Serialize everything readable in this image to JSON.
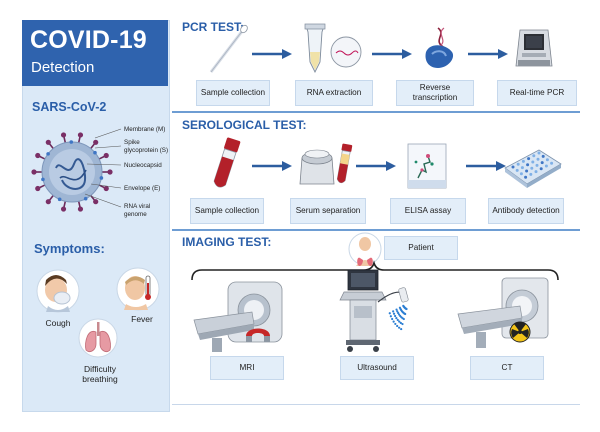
{
  "header": {
    "title": "COVID-19",
    "subtitle": "Detection"
  },
  "virus": {
    "title": "SARS-CoV-2",
    "labels": [
      "Membrane (M)",
      "Spike glycoprotein (S)",
      "Nucleocapsid",
      "Envelope (E)",
      "RNA viral genome"
    ]
  },
  "symptoms": {
    "title": "Symptoms:",
    "items": [
      "Cough",
      "Fever",
      "Difficulty breathing"
    ]
  },
  "pcr": {
    "title": "PCR TEST:",
    "steps": [
      "Sample collection",
      "RNA extraction",
      "Reverse transcription",
      "Real-time PCR"
    ]
  },
  "serological": {
    "title": "SEROLOGICAL TEST:",
    "steps": [
      "Sample collection",
      "Serum separation",
      "ELISA assay",
      "Antibody detection"
    ]
  },
  "imaging": {
    "title": "IMAGING TEST:",
    "patient": "Patient",
    "modalities": [
      "MRI",
      "Ultrasound",
      "CT"
    ]
  },
  "colors": {
    "brand": "#2f63ae",
    "section_title": "#2a5ea8",
    "panel": "#dbe9f7",
    "arrow": "#2c5d9f",
    "virus_body": "#9fb6d4",
    "spike": "#6b2a5a",
    "blood": "#b3202a"
  }
}
